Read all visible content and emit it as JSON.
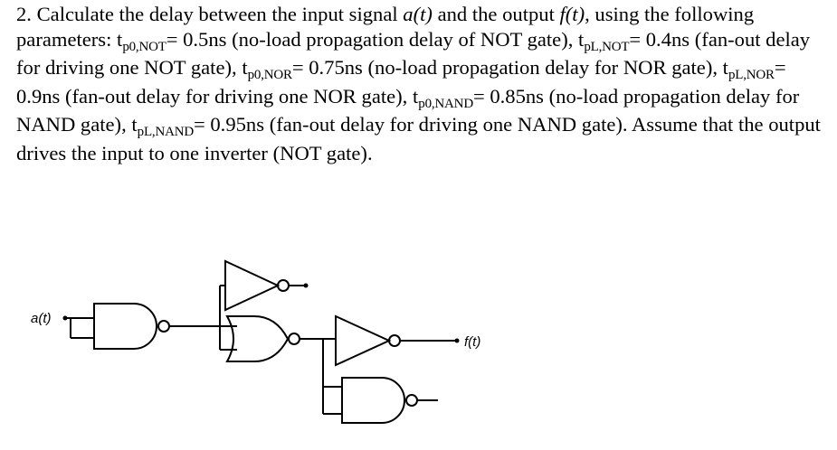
{
  "problem": {
    "number": "2.",
    "lead": "Calculate the delay between the input signal",
    "input_signal": "a(t)",
    "and_the_output": "and the output",
    "output_signal": "f(t)",
    "using_params": ", using the following parameters:",
    "params": [
      {
        "t": "t",
        "sub": "p0,NOT",
        "value": "= 0.5ns",
        "desc": "(no-load propagation delay of NOT gate),"
      },
      {
        "t": "t",
        "sub": "pL,NOT",
        "value": "= 0.4ns",
        "desc": "(fan-out delay for driving one NOT gate),"
      },
      {
        "t": "t",
        "sub": "p0,NOR",
        "value": "= 0.75ns",
        "desc": "(no-load propagation delay for NOR gate),"
      },
      {
        "t": "t",
        "sub": "pL,NOR",
        "value": "= 0.9ns",
        "desc": "(fan-out delay for driving one NOR gate),"
      },
      {
        "t": "t",
        "sub": "p0,NAND",
        "value": "= 0.85ns",
        "desc": "(no-load propagation delay for NAND gate),"
      },
      {
        "t": "t",
        "sub": "pL,NAND",
        "value": "= 0.95ns",
        "desc": "(fan-out delay for driving one NAND gate)."
      }
    ],
    "assumption": "Assume that the output drives the input to one inverter (NOT gate)."
  },
  "circuit": {
    "input_label": "a(t)",
    "output_label": "f(t)"
  }
}
